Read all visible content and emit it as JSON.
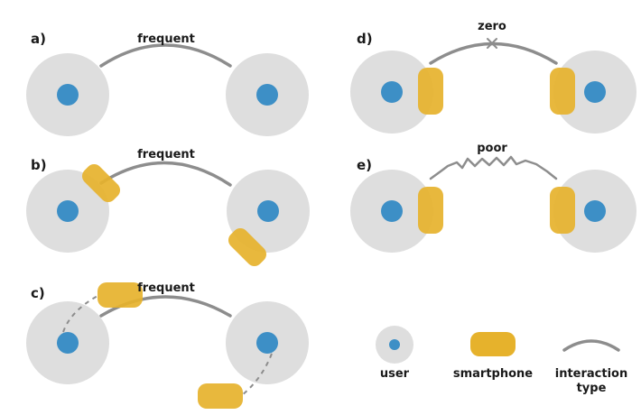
{
  "colors": {
    "user_outer": "#dedede",
    "user_inner": "#3d8fc6",
    "phone": "#e6b22c",
    "interaction": "#8d8d8d",
    "dashed": "#8d8d8d"
  },
  "panels": {
    "a": {
      "label": "a)",
      "interaction": "frequent"
    },
    "b": {
      "label": "b)",
      "interaction": "frequent"
    },
    "c": {
      "label": "c)",
      "interaction": "frequent"
    },
    "d": {
      "label": "d)",
      "interaction": "zero"
    },
    "e": {
      "label": "e)",
      "interaction": "poor"
    }
  },
  "legend": {
    "user": "user",
    "smartphone": "smartphone",
    "interaction_line1": "interaction",
    "interaction_line2": "type"
  }
}
